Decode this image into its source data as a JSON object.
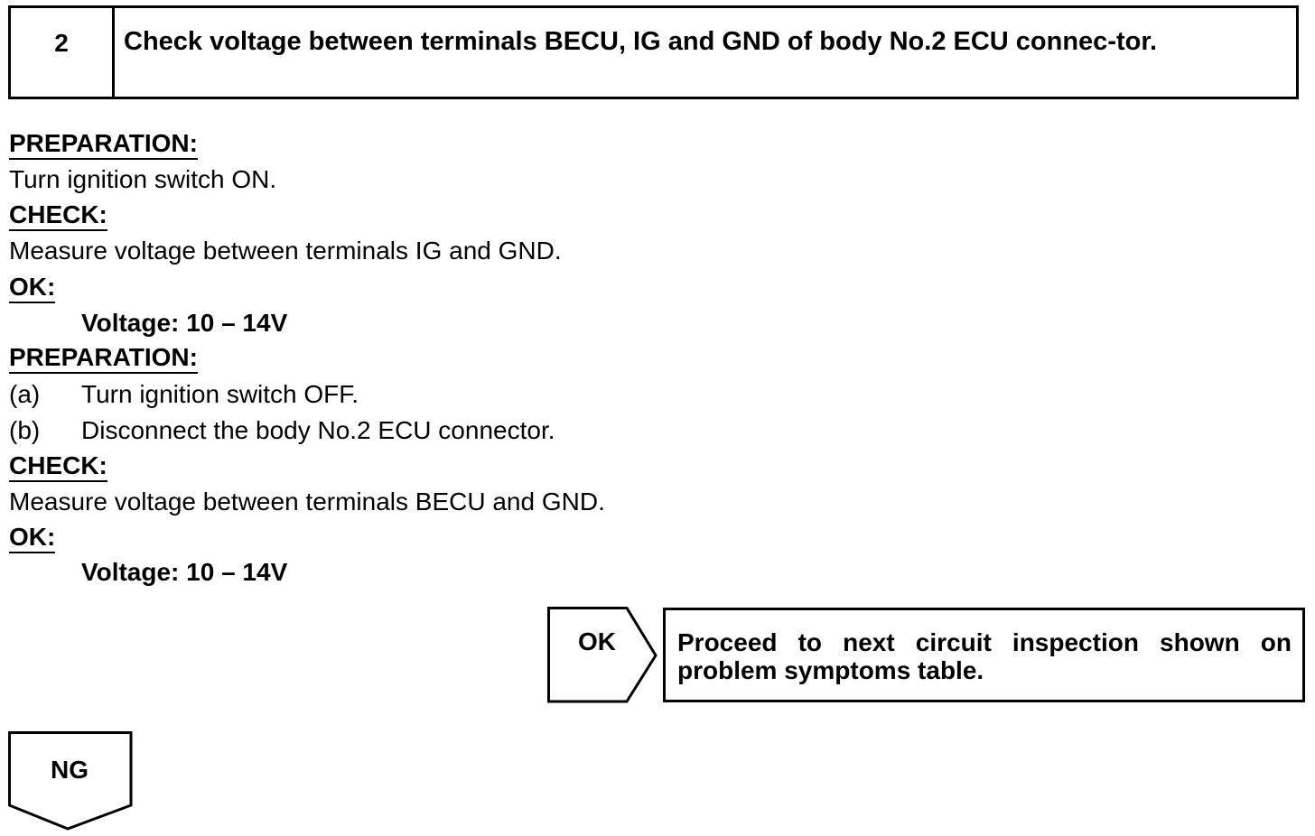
{
  "step": {
    "number": "2",
    "title": "Check voltage between terminals BECU, IG and GND of body No.2 ECU connec-tor."
  },
  "section1": {
    "prep_heading": "PREPARATION:",
    "prep_text": "Turn ignition switch ON.",
    "check_heading": "CHECK:",
    "check_text": "Measure voltage between terminals IG and GND.",
    "ok_heading": "OK:",
    "ok_value": "Voltage: 10 – 14V"
  },
  "section2": {
    "prep_heading": "PREPARATION:",
    "items": [
      {
        "label": "(a)",
        "text": "Turn ignition switch OFF."
      },
      {
        "label": "(b)",
        "text": "Disconnect the body No.2 ECU connector."
      }
    ],
    "check_heading": "CHECK:",
    "check_text": "Measure voltage between terminals BECU and GND.",
    "ok_heading": "OK:",
    "ok_value": "Voltage: 10 – 14V"
  },
  "flow": {
    "ok_label": "OK",
    "ok_result": "Proceed to next circuit inspection shown on problem symptoms table.",
    "ng_label": "NG"
  }
}
